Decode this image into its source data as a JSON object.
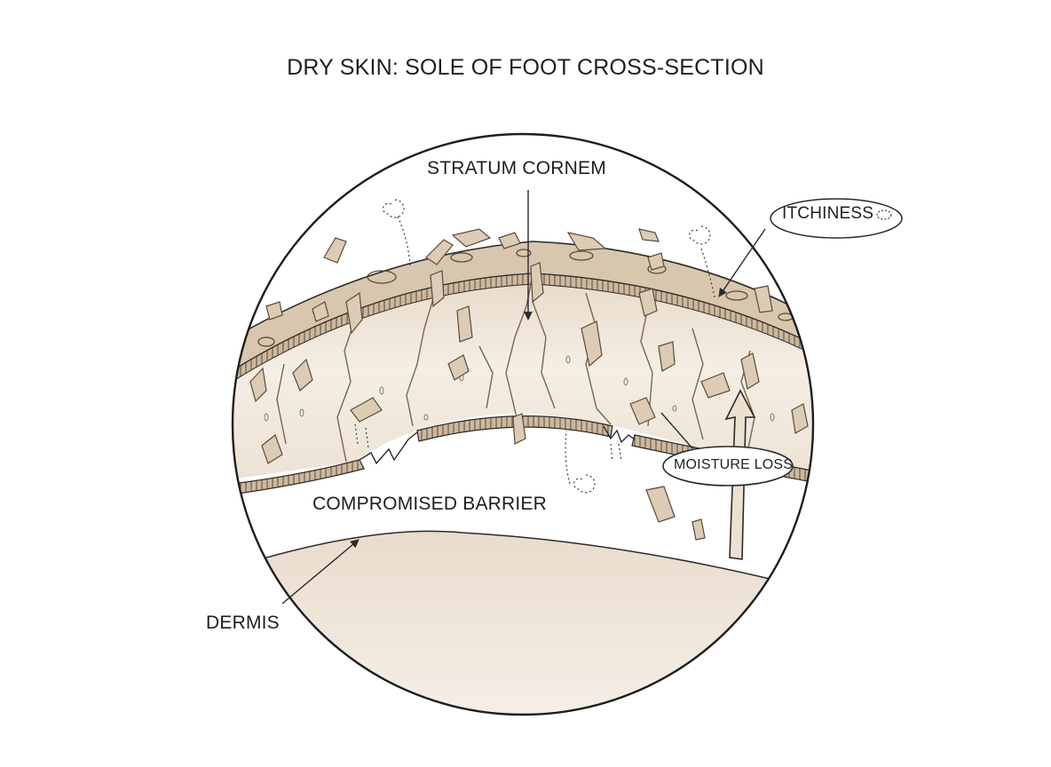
{
  "title": "DRY SKIN: SOLE OF FOOT CROSS-SECTION",
  "labels": {
    "stratum_corneum": "STRATUM CORNEM",
    "itchiness": "ITCHINESS",
    "moisture_loss": "MOISTURE LOSS",
    "compromised_barrier": "COMPROMISED BARRIER",
    "dermis": "DERMIS"
  },
  "colors": {
    "line": "#2a2a2a",
    "skin_light": "#ece1d3",
    "skin_mid": "#d9c8b2",
    "skin_dark": "#b9a48b",
    "dermis": "#e6d8c8",
    "flake": "#dccbb5"
  }
}
